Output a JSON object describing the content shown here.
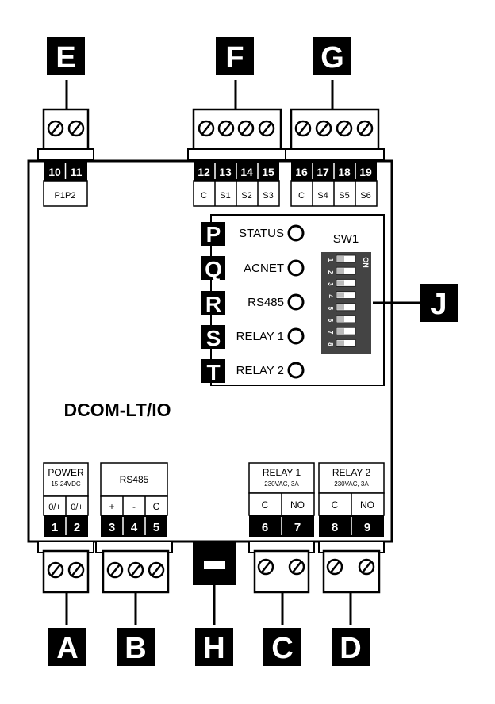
{
  "device": {
    "name": "DCOM-LT/IO",
    "dip_switch": {
      "label": "SW1",
      "on_label": "ON",
      "positions": [
        "1",
        "2",
        "3",
        "4",
        "5",
        "6",
        "7",
        "8"
      ]
    }
  },
  "callouts": {
    "A": "A",
    "B": "B",
    "C": "C",
    "D": "D",
    "E": "E",
    "F": "F",
    "G": "G",
    "H": "H",
    "J": "J",
    "P": "P",
    "Q": "Q",
    "R": "R",
    "S": "S",
    "T": "T"
  },
  "leds": [
    {
      "letter": "P",
      "label": "STATUS"
    },
    {
      "letter": "Q",
      "label": "ACNET"
    },
    {
      "letter": "R",
      "label": "RS485"
    },
    {
      "letter": "S",
      "label": "RELAY 1"
    },
    {
      "letter": "T",
      "label": "RELAY 2"
    }
  ],
  "top_terminals": {
    "E": {
      "numbers": [
        "10",
        "11"
      ],
      "label": "P1P2"
    },
    "F": {
      "numbers": [
        "12",
        "13",
        "14",
        "15"
      ],
      "labels": [
        "C",
        "S1",
        "S2",
        "S3"
      ]
    },
    "G": {
      "numbers": [
        "16",
        "17",
        "18",
        "19"
      ],
      "labels": [
        "C",
        "S4",
        "S5",
        "S6"
      ]
    }
  },
  "bottom_terminals": {
    "A": {
      "title": "POWER",
      "subtitle": "15-24VDC",
      "numbers": [
        "1",
        "2"
      ],
      "labels": [
        "0/+",
        "0/+"
      ]
    },
    "B": {
      "title": "RS485",
      "subtitle": "",
      "numbers": [
        "3",
        "4",
        "5"
      ],
      "labels": [
        "+",
        "-",
        "C"
      ]
    },
    "C": {
      "title": "RELAY 1",
      "subtitle": "230VAC, 3A",
      "numbers": [
        "6",
        "7"
      ],
      "labels": [
        "C",
        "NO"
      ]
    },
    "D": {
      "title": "RELAY 2",
      "subtitle": "230VAC, 3A",
      "numbers": [
        "8",
        "9"
      ],
      "labels": [
        "C",
        "NO"
      ]
    }
  },
  "colors": {
    "ink": "#000000",
    "paper": "#ffffff",
    "dip": "#444444"
  }
}
